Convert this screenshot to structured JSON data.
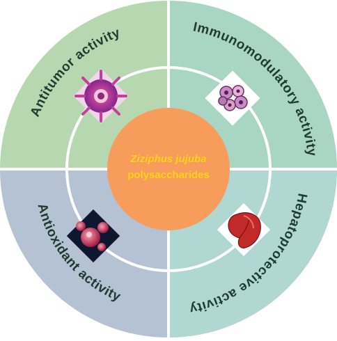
{
  "center": {
    "line1": "Ziziphus jujuba",
    "line2": "polysaccharides",
    "fill_color": "#f79c5a",
    "text_color": "#ffd31a"
  },
  "quadrants": [
    {
      "id": "antitumor",
      "label": "Antitumor activity",
      "color": "#b7d7b0",
      "icon": "cancer-cell-icon"
    },
    {
      "id": "immunomodulatory",
      "label": "Immunomodulatory activity",
      "color": "#a9d5c4",
      "icon": "immune-cells-icon"
    },
    {
      "id": "antioxidant",
      "label": "Antioxidant activity",
      "color": "#b5c2d3",
      "icon": "cells-3d-icon"
    },
    {
      "id": "hepatoprotective",
      "label": "Hepatoprotective activity",
      "color": "#b0d7d1",
      "icon": "liver-icon"
    }
  ]
}
